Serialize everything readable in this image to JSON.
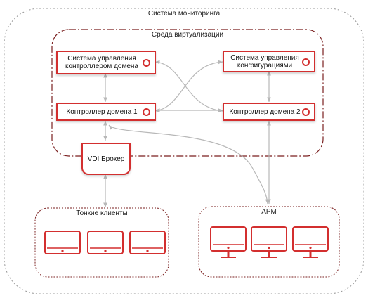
{
  "labels": {
    "monitoring": "Система мониторинга",
    "virtualization": "Среда виртуализации",
    "thin_clients": "Тонкие клиенты",
    "arm": "АРМ"
  },
  "nodes": {
    "dc_mgmt": "Система управления\nконтроллером домена",
    "config_mgmt": "Система управления\nконфигурациями",
    "dc1": "Контроллер домена 1",
    "dc2": "Контроллер домена 2",
    "vdi": "VDI Брокер"
  },
  "icons": {
    "thin_client": "monitor-icon",
    "workstation": "desktop-computer-icon",
    "status": "ring-icon"
  },
  "colors": {
    "accent": "#d32f2f",
    "connector": "#b8b8b8",
    "frame": "#7a1f1f"
  }
}
